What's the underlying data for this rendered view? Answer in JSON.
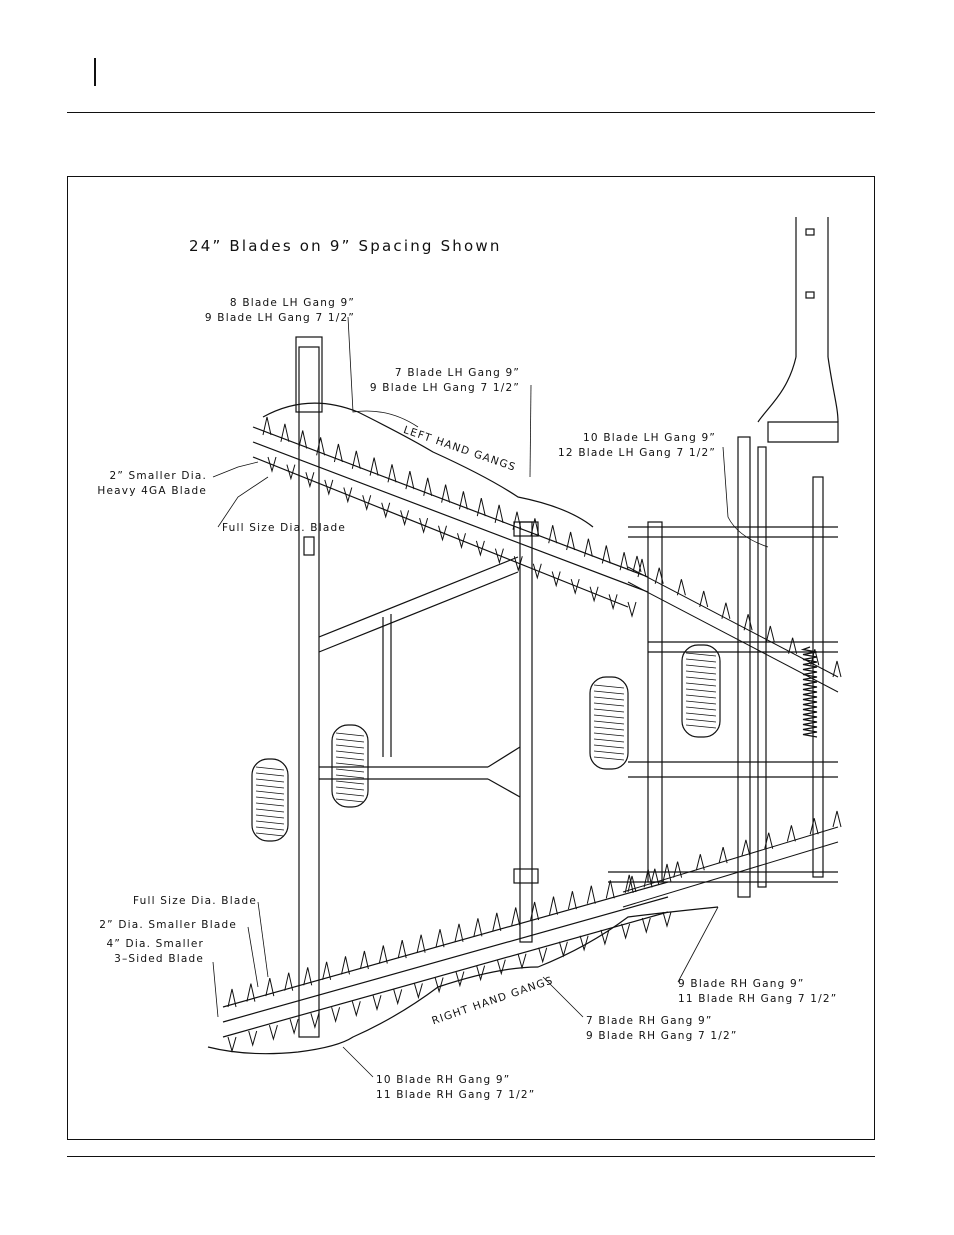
{
  "figure": {
    "title": "24” Blades on 9” Spacing Shown",
    "labels": {
      "lh_gang_outer_1": "8 Blade LH Gang 9”",
      "lh_gang_outer_2": "9 Blade LH Gang 7 1/2”",
      "lh_gang_mid_1": "7 Blade LH Gang 9”",
      "lh_gang_mid_2": "9 Blade LH Gang 7 1/2”",
      "lh_gang_inner_1": "10 Blade LH Gang 9”",
      "lh_gang_inner_2": "12 Blade LH Gang 7 1/2”",
      "smaller_heavy_1": "2” Smaller Dia.",
      "smaller_heavy_2": "Heavy 4GA Blade",
      "full_size_top": "Full Size Dia. Blade",
      "left_hand_gangs": "LEFT HAND GANGS",
      "full_size_bottom": "Full Size Dia. Blade",
      "two_inch_smaller": "2” Dia. Smaller Blade",
      "four_inch_smaller_1": "4” Dia. Smaller",
      "four_inch_smaller_2": "3–Sided Blade",
      "right_hand_gangs": "RIGHT HAND GANGS",
      "rh_gang_outer_1": "10 Blade RH Gang 9”",
      "rh_gang_outer_2": "11 Blade RH Gang 7 1/2”",
      "rh_gang_mid_1": "7 Blade RH Gang 9”",
      "rh_gang_mid_2": "9 Blade RH Gang 7 1/2”",
      "rh_gang_inner_1": "9 Blade RH Gang 9”",
      "rh_gang_inner_2": "11 Blade RH Gang 7 1/2”"
    },
    "colors": {
      "ink": "#111111",
      "paper": "#ffffff"
    }
  }
}
